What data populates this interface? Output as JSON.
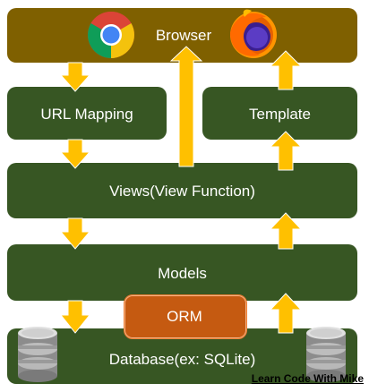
{
  "diagram": {
    "browser_label": "Browser",
    "url_mapping_label": "URL Mapping",
    "template_label": "Template",
    "views_label": "Views(View Function)",
    "models_label": "Models",
    "orm_label": "ORM",
    "database_label": "Database(ex: SQLite)",
    "watermark": "Learn Code With Mike"
  },
  "colors": {
    "browser_box": "#7f6000",
    "green_box": "#375623",
    "orm_box": "#c55a11",
    "arrow": "#ffc000"
  },
  "icons": [
    "chrome-icon",
    "firefox-icon",
    "database-icon-left",
    "database-icon-right"
  ]
}
